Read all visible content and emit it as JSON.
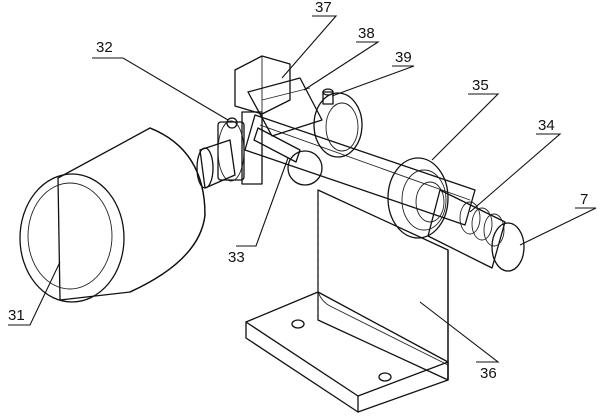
{
  "labels": {
    "l7": "7",
    "l31": "31",
    "l32": "32",
    "l33": "33",
    "l34": "34",
    "l35": "35",
    "l36": "36",
    "l37": "37",
    "l38": "38",
    "l39": "39"
  }
}
